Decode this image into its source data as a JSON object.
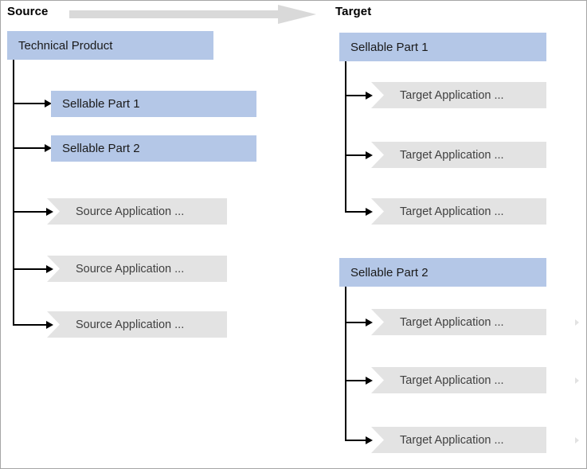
{
  "headings": {
    "source": "Source",
    "target": "Target"
  },
  "flow_arrow": {
    "icon": "right-arrow-icon",
    "color": "#d9d9d9"
  },
  "colors": {
    "blue_box": "#b4c7e7",
    "gray_chevron": "#e3e3e3",
    "connector": "#000000",
    "canvas_border": "#a6a6a6",
    "background": "#ffffff"
  },
  "source": {
    "root": {
      "label": "Technical Product",
      "type": "blue-box"
    },
    "children": [
      {
        "label": "Sellable Part 1",
        "type": "blue-box"
      },
      {
        "label": "Sellable Part 2",
        "type": "blue-box"
      },
      {
        "label": "Source Application ...",
        "type": "chevron"
      },
      {
        "label": "Source Application ...",
        "type": "chevron"
      },
      {
        "label": "Source Application ...",
        "type": "chevron"
      }
    ]
  },
  "target": {
    "groups": [
      {
        "label": "Sellable Part 1",
        "type": "blue-box",
        "children": [
          {
            "label": "Target Application ...",
            "type": "chevron"
          },
          {
            "label": "Target Application ...",
            "type": "chevron"
          },
          {
            "label": "Target Application ...",
            "type": "chevron"
          }
        ]
      },
      {
        "label": "Sellable Part 2",
        "type": "blue-box",
        "children": [
          {
            "label": "Target Application ...",
            "type": "chevron"
          },
          {
            "label": "Target Application ...",
            "type": "chevron"
          },
          {
            "label": "Target Application ...",
            "type": "chevron"
          }
        ]
      }
    ]
  }
}
